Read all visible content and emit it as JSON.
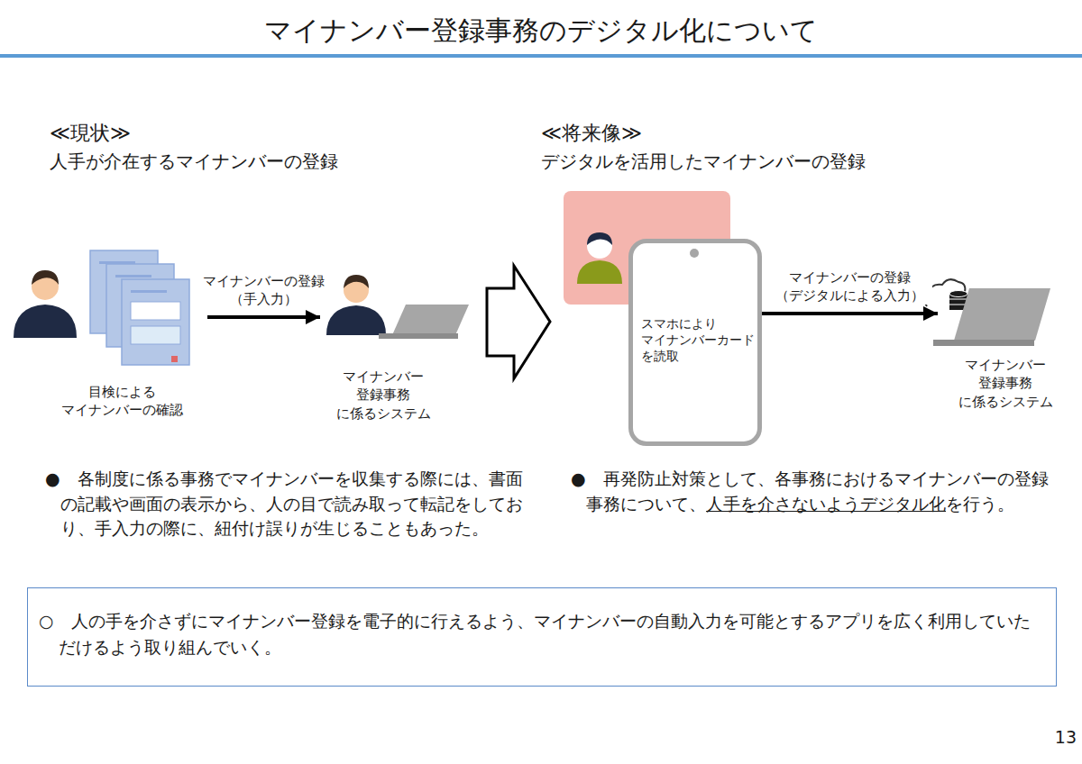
{
  "diagram": {
    "title": "マイナンバー登録事務のデジタル化について",
    "nodes": [
      {
        "text": [
          "目検による マイナンバーの確認"
        ]
      },
      {
        "text": [
          "マイナンバー 登録事務 に係るシステム"
        ]
      },
      {
        "text": [
          "スマホにより マイナンバーカード を読取"
        ]
      },
      {
        "text": [
          "マイナンバー 登録事務 に係るシステム"
        ]
      },
      {
        "text": [
          "○　人の手を介さずにマイナンバー登録を電子的に行えるよう、マイナンバーの自動入力を可能とするアプリを広く利用していただけるよう取り組んでいく。"
        ]
      }
    ],
    "edges": [
      {
        "from": 0,
        "to": 1,
        "label": "マイナンバーの登録 （手入力）",
        "arrow": "to"
      },
      {
        "from": 2,
        "to": 3,
        "label": "マイナンバーの登録 （デジタルによる入力）",
        "arrow": "to"
      }
    ],
    "labels": [
      "≪現状≫",
      "人手が介在するマイナンバーの登録",
      "≪将来像≫",
      "デジタルを活用したマイナンバーの登録",
      "●　各制度に係る事務でマイナンバーを収集する際には、書面の記載や画面の表示から、人の目で読み取って転記をしており、手入力の際に、紐付け誤りが生じることもあった。",
      "●　再発防止対策として、各事務におけるマイナンバーの登録事務について、",
      "人手を介さないようデジタル化",
      "を行う。",
      "13"
    ]
  }
}
